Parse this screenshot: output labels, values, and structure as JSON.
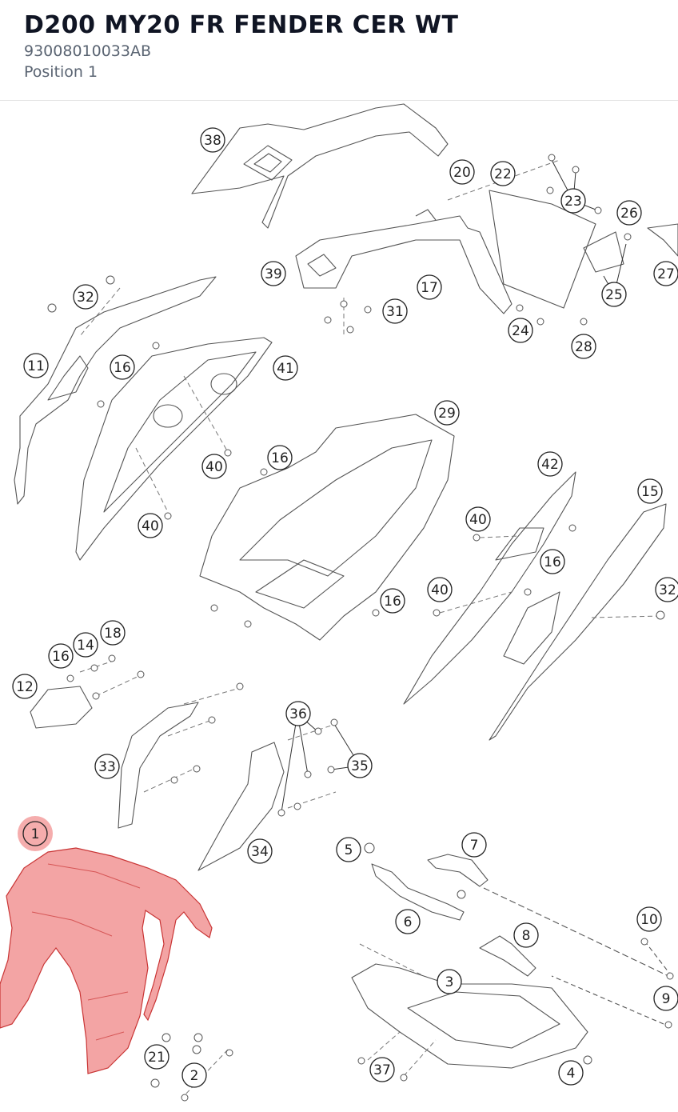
{
  "part": {
    "title": "D200 MY20 FR FENDER CER WT",
    "number": "93008010033AB",
    "position": "Position 1"
  },
  "diagram": {
    "highlight_color": "#e84a4a",
    "selected_callout": "1",
    "callouts": [
      {
        "id": "c38",
        "label": "38"
      },
      {
        "id": "c20",
        "label": "20"
      },
      {
        "id": "c22",
        "label": "22"
      },
      {
        "id": "c23",
        "label": "23"
      },
      {
        "id": "c26",
        "label": "26"
      },
      {
        "id": "c27",
        "label": "27"
      },
      {
        "id": "c39",
        "label": "39"
      },
      {
        "id": "c17",
        "label": "17"
      },
      {
        "id": "c31",
        "label": "31"
      },
      {
        "id": "c25",
        "label": "25"
      },
      {
        "id": "c24",
        "label": "24"
      },
      {
        "id": "c28",
        "label": "28"
      },
      {
        "id": "c32a",
        "label": "32"
      },
      {
        "id": "c11",
        "label": "11"
      },
      {
        "id": "c16a",
        "label": "16"
      },
      {
        "id": "c41",
        "label": "41"
      },
      {
        "id": "c29",
        "label": "29"
      },
      {
        "id": "c16b",
        "label": "16"
      },
      {
        "id": "c40a",
        "label": "40"
      },
      {
        "id": "c40b",
        "label": "40"
      },
      {
        "id": "c42",
        "label": "42"
      },
      {
        "id": "c15",
        "label": "15"
      },
      {
        "id": "c40c",
        "label": "40"
      },
      {
        "id": "c16c",
        "label": "16"
      },
      {
        "id": "c32b",
        "label": "32"
      },
      {
        "id": "c40d",
        "label": "40"
      },
      {
        "id": "c16d",
        "label": "16"
      },
      {
        "id": "c18",
        "label": "18"
      },
      {
        "id": "c14",
        "label": "14"
      },
      {
        "id": "c16e",
        "label": "16"
      },
      {
        "id": "c12",
        "label": "12"
      },
      {
        "id": "c36",
        "label": "36"
      },
      {
        "id": "c35",
        "label": "35"
      },
      {
        "id": "c33",
        "label": "33"
      },
      {
        "id": "c1",
        "label": "1"
      },
      {
        "id": "c34",
        "label": "34"
      },
      {
        "id": "c5",
        "label": "5"
      },
      {
        "id": "c7",
        "label": "7"
      },
      {
        "id": "c6",
        "label": "6"
      },
      {
        "id": "c10",
        "label": "10"
      },
      {
        "id": "c8",
        "label": "8"
      },
      {
        "id": "c3",
        "label": "3"
      },
      {
        "id": "c9",
        "label": "9"
      },
      {
        "id": "c21",
        "label": "21"
      },
      {
        "id": "c2",
        "label": "2"
      },
      {
        "id": "c37",
        "label": "37"
      },
      {
        "id": "c4",
        "label": "4"
      }
    ]
  }
}
